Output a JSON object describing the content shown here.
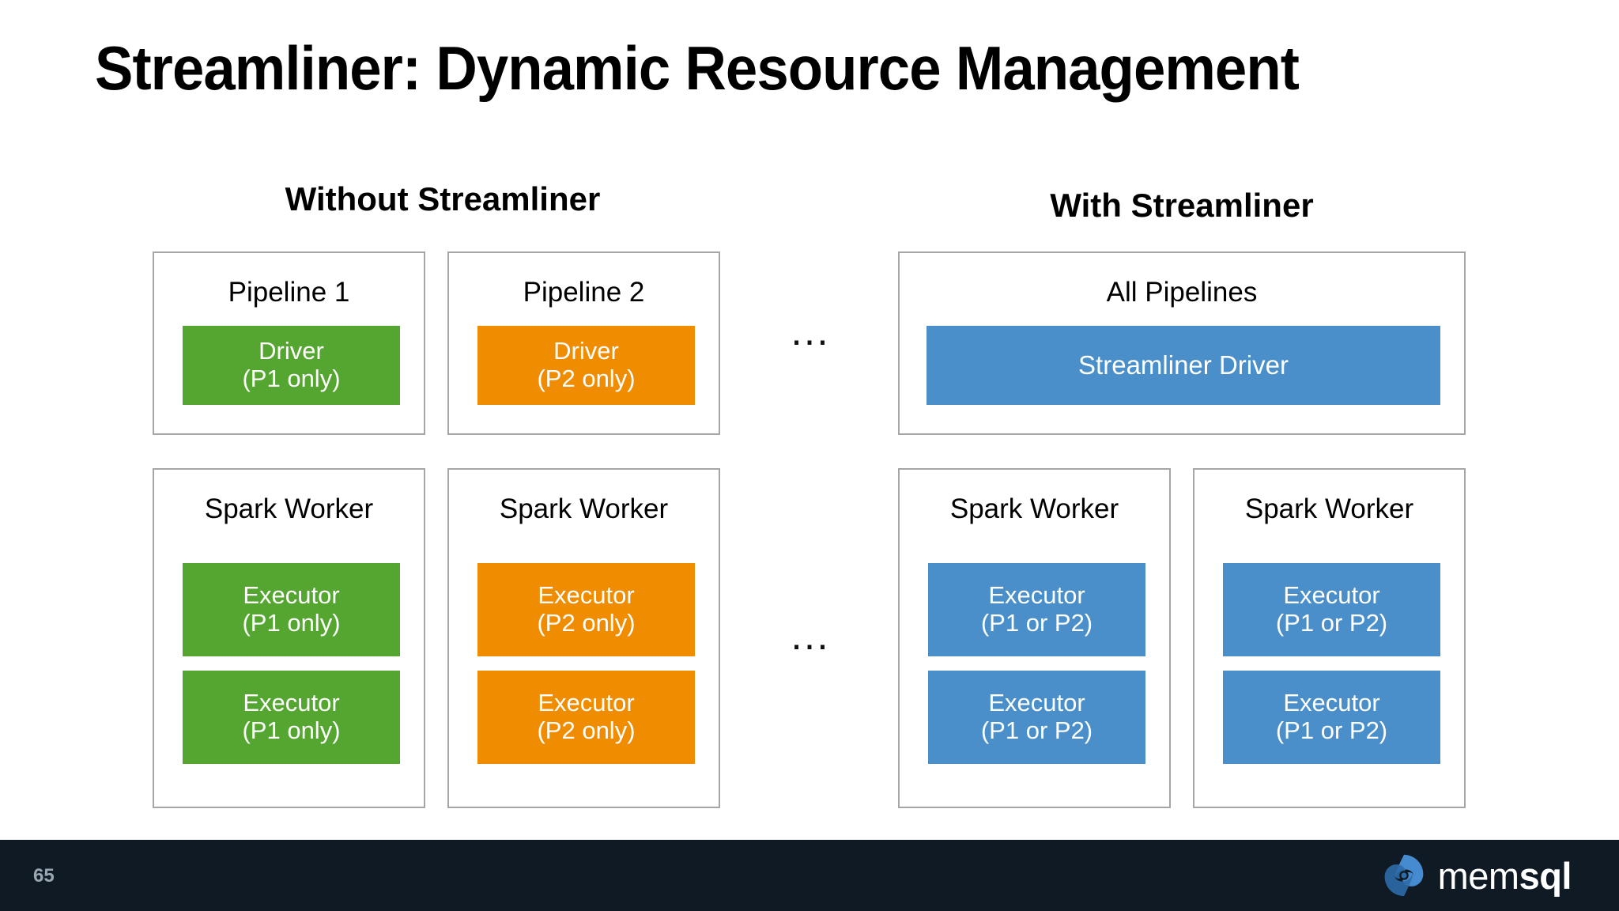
{
  "slide": {
    "title": "Streamliner: Dynamic Resource Management",
    "page_number": "65",
    "background_color": "#FFFFFF",
    "footer_color": "#0F1A24"
  },
  "colors": {
    "green": "#55A630",
    "orange": "#F08C00",
    "blue": "#4A8FC9",
    "border": "#A6A6A6",
    "text": "#000000",
    "chip_text": "#FFFFFF",
    "page_num": "#9AA7B3",
    "logo_blue": "#4A90D9"
  },
  "sections": {
    "without": {
      "heading": "Without Streamliner",
      "drivers": [
        {
          "container_label": "Pipeline 1",
          "chip_line1": "Driver",
          "chip_line2": "(P1 only)",
          "color": "green"
        },
        {
          "container_label": "Pipeline 2",
          "chip_line1": "Driver",
          "chip_line2": "(P2 only)",
          "color": "orange"
        }
      ],
      "workers": [
        {
          "container_label": "Spark Worker",
          "color": "green",
          "executors": [
            {
              "line1": "Executor",
              "line2": "(P1 only)"
            },
            {
              "line1": "Executor",
              "line2": "(P1 only)"
            }
          ]
        },
        {
          "container_label": "Spark Worker",
          "color": "orange",
          "executors": [
            {
              "line1": "Executor",
              "line2": "(P2 only)"
            },
            {
              "line1": "Executor",
              "line2": "(P2 only)"
            }
          ]
        }
      ],
      "ellipsis_driver_row": "…",
      "ellipsis_worker_row": "…"
    },
    "with": {
      "heading": "With Streamliner",
      "driver": {
        "container_label": "All Pipelines",
        "chip_label": "Streamliner Driver",
        "color": "blue"
      },
      "workers": [
        {
          "container_label": "Spark Worker",
          "color": "blue",
          "executors": [
            {
              "line1": "Executor",
              "line2": "(P1 or P2)"
            },
            {
              "line1": "Executor",
              "line2": "(P1 or P2)"
            }
          ]
        },
        {
          "container_label": "Spark Worker",
          "color": "blue",
          "executors": [
            {
              "line1": "Executor",
              "line2": "(P1 or P2)"
            },
            {
              "line1": "Executor",
              "line2": "(P1 or P2)"
            }
          ]
        }
      ]
    }
  },
  "logo": {
    "text_light": "mem",
    "text_bold": "sql",
    "mark": "memsql-swirl-icon"
  }
}
